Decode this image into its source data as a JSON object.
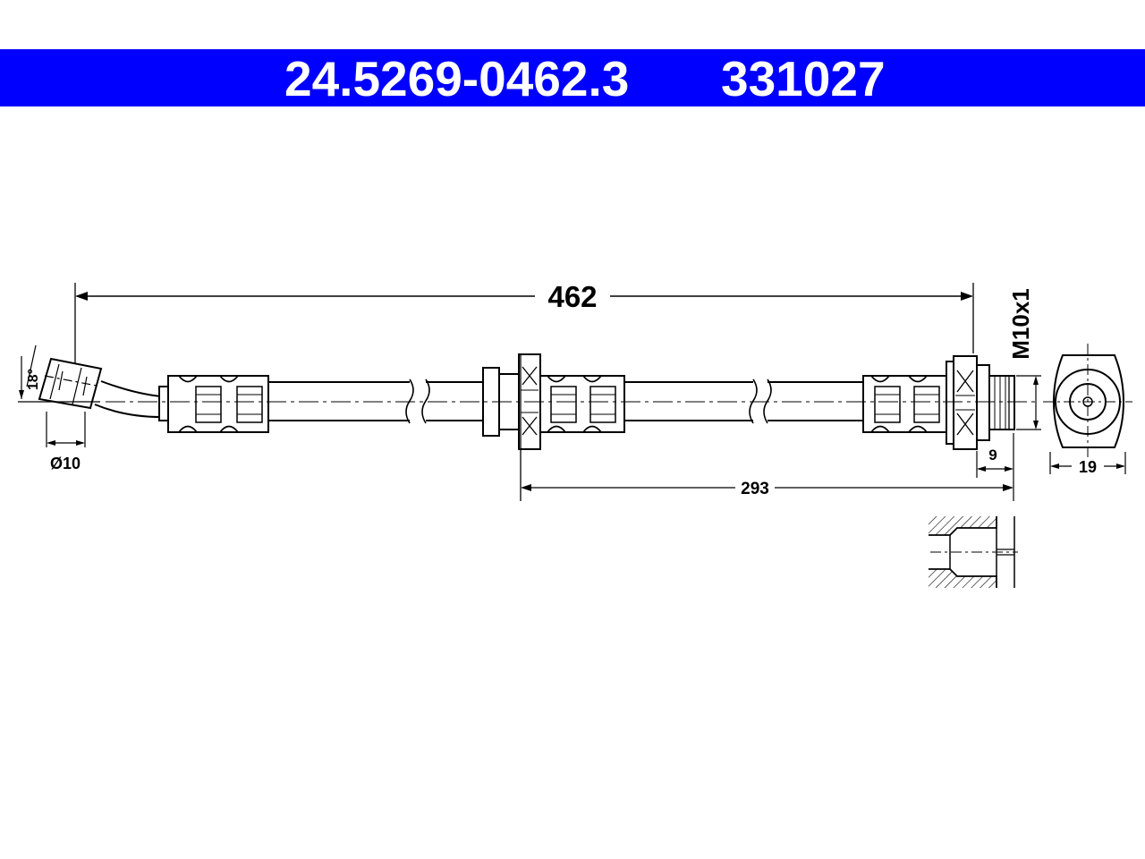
{
  "header": {
    "part_number": "24.5269-0462.3",
    "reference_number": "331027",
    "bar_color": "#0000ff",
    "text_color": "#ffffff"
  },
  "dimensions": {
    "overall_length": "462",
    "fitting_to_end": "293",
    "thread": "M10x1",
    "angle": "18°",
    "banjo_diameter": "Ø10",
    "thread_length": "9",
    "hex_width": "19"
  }
}
